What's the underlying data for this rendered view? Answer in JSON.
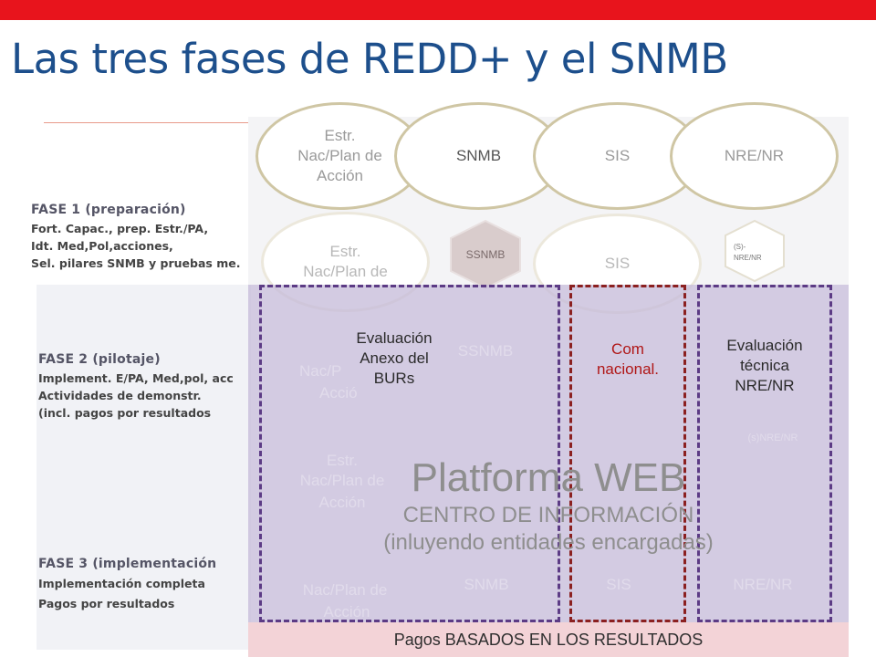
{
  "title": "Las tres fases de REDD+ y el SNMB",
  "colors": {
    "topbar": "#e8141c",
    "title": "#1d4f8c",
    "purple_overlay": "#c6bcda",
    "pagos_bg": "#f3d3d7"
  },
  "phases": [
    {
      "title": "FASE 1 (preparación)",
      "lines": [
        "Fort. Capac., prep. Estr./PA,",
        "Idt. Med,Pol,acciones,",
        "Sel. pilares SNMB y pruebas me."
      ]
    },
    {
      "title": "FASE 2 (pilotaje)",
      "lines": [
        "Implement. E/PA, Med,pol, acc",
        "Actividades de demonstr.",
        "(incl. pagos por resultados"
      ]
    },
    {
      "title": "FASE 3 (implementación",
      "lines": [
        "Implementación completa",
        "Pagos por resultados"
      ]
    }
  ],
  "pillars_row1": {
    "estr_line1": "Estr.",
    "estr_line2": "Nac/Plan de",
    "estr_line3": "Acción",
    "snmb": "SNMB",
    "sis": "SIS",
    "nre": "NRE/NR"
  },
  "pillars_row2": {
    "estr_line1": "Estr.",
    "estr_line2": "Nac/Plan de",
    "ssnmb": "SSNMB",
    "sis": "SIS",
    "snre_line1": "(S)-",
    "snre_line2": "NRE/NR"
  },
  "ghosts": {
    "ssnmb": "SSNMB",
    "nac": "Nac/P",
    "accio": "Acció",
    "snre": "(s)NRE/NR",
    "estr": "Estr.",
    "nac2": "Nac/Plan de",
    "accion": "Acción",
    "nac3": "Nac/Plan de",
    "accion2": "Acción",
    "snmb": "SNMB",
    "sis": "SIS",
    "nre": "NRE/NR"
  },
  "columns": {
    "col1_line1": "Evaluación",
    "col1_line2": "Anexo del",
    "col1_line3": "BURs",
    "col2_line1": "Com",
    "col2_line2": "nacional.",
    "col3_line1": "Evaluación",
    "col3_line2": "técnica",
    "col3_line3": "NRE/NR"
  },
  "platform": {
    "line1": "Platforma WEB",
    "line2": "CENTRO DE INFORMACIÓN",
    "line3": "(inluyendo entidades encargadas)"
  },
  "pagos": "Pagos BASADOS EN LOS RESULTADOS"
}
